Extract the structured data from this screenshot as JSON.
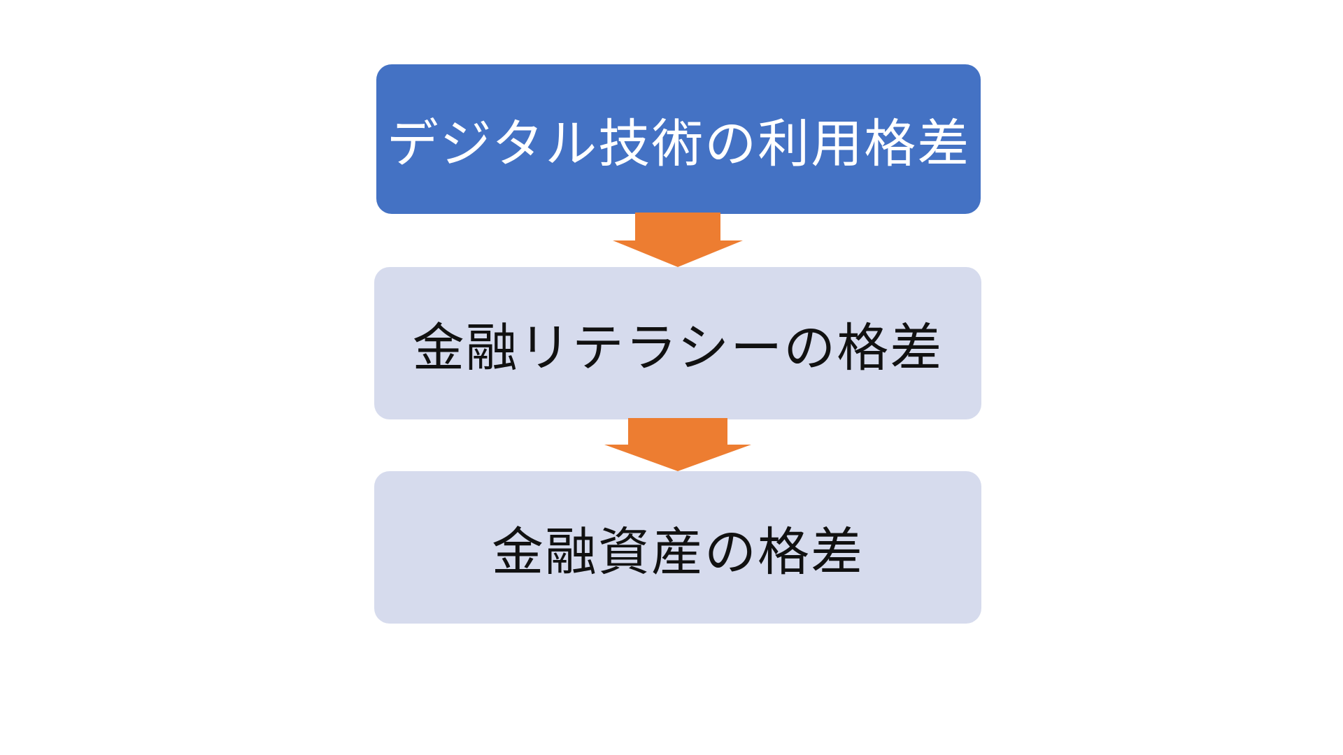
{
  "colors": {
    "background": "#ffffff",
    "primary_box": "#4472c4",
    "secondary_box": "#d6dbed",
    "arrow": "#ed7d31"
  },
  "flow": {
    "steps": [
      {
        "label": "デジタル技術の利用格差",
        "style": "primary"
      },
      {
        "label": "金融リテラシーの格差",
        "style": "secondary"
      },
      {
        "label": "金融資産の格差",
        "style": "secondary"
      }
    ],
    "connectors": [
      {
        "from": 0,
        "to": 1,
        "icon": "down-arrow-icon"
      },
      {
        "from": 1,
        "to": 2,
        "icon": "down-arrow-icon"
      }
    ]
  }
}
